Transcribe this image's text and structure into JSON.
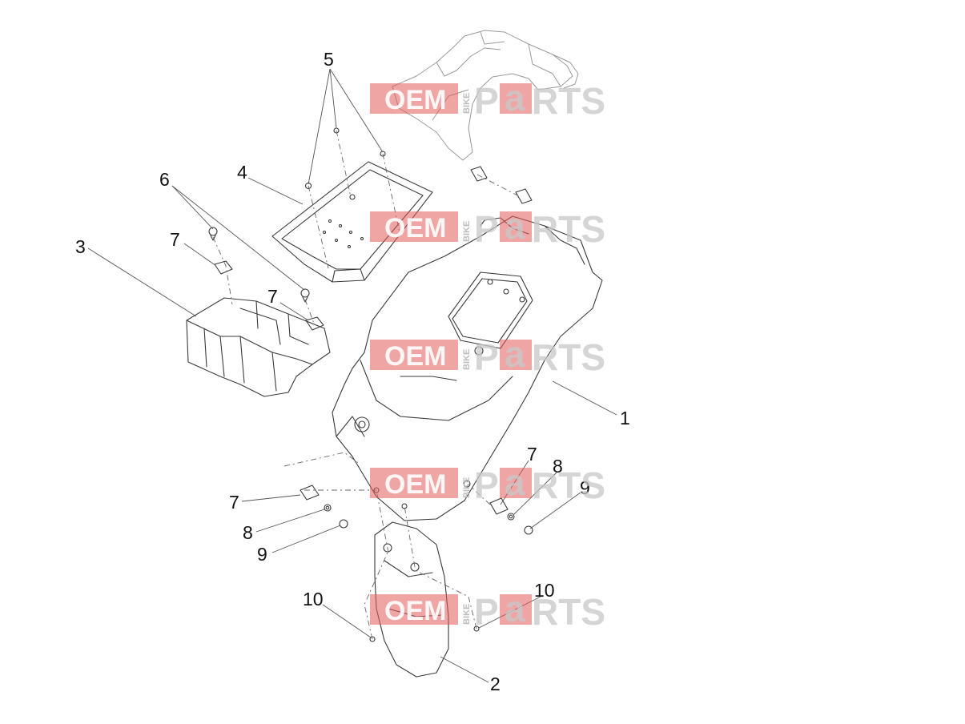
{
  "callouts": {
    "c1": "1",
    "c2": "2",
    "c3": "3",
    "c4": "4",
    "c5": "5",
    "c6": "6",
    "c7a": "7",
    "c7b": "7",
    "c7c": "7",
    "c7d": "7",
    "c8a": "8",
    "c8b": "8",
    "c9a": "9",
    "c9b": "9",
    "c10a": "10",
    "c10b": "10"
  },
  "watermark": {
    "oem": "OEM",
    "bike": "BIKE",
    "parts_p": "P",
    "parts_a": "a",
    "parts_rts": "RTS"
  },
  "colors": {
    "watermark_red": "#e35b5b",
    "watermark_grey": "#c8c8c8",
    "line": "#3a3a3a"
  }
}
